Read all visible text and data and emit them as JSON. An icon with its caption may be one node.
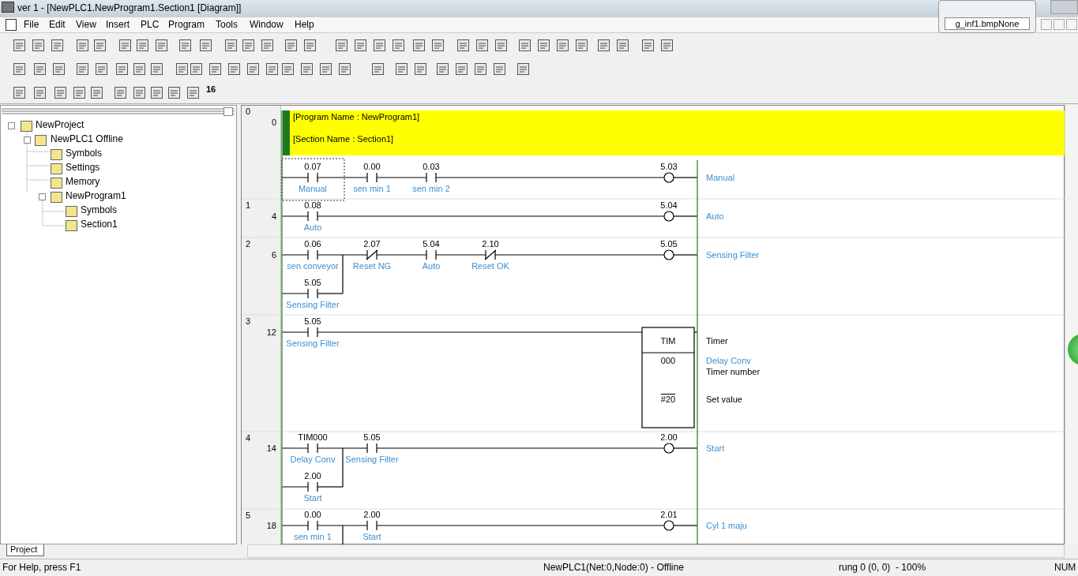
{
  "diagram": {
    "labels": [
      "ver 1 - [NewPLC1.NewProgram1.Section1 [Diagram]]",
      "File",
      "Edit",
      "View",
      "Insert",
      "PLC",
      "Program",
      "Tools",
      "Window",
      "Help",
      "g_inf1.bmpNone",
      "16",
      "NewProject",
      "NewPLC1 Offline",
      "Symbols",
      "Settings",
      "Memory",
      "NewProgram1",
      "Symbols",
      "Section1",
      "Project",
      "0",
      "0",
      "[Program Name : NewProgram1]",
      "[Section Name : Section1]",
      "0.07",
      "0.00",
      "0.03",
      "5.03",
      "Manual",
      "sen min 1",
      "sen min 2",
      "Manual",
      "1",
      "4",
      "0.08",
      "5.04",
      "Auto",
      "Auto",
      "2",
      "6",
      "0.06",
      "2.07",
      "5.04",
      "2.10",
      "5.05",
      "sen conveyor",
      "Reset NG",
      "Auto",
      "Reset OK",
      "Sensing Filter",
      "5.05",
      "Sensing Filter",
      "3",
      "12",
      "5.05",
      "Sensing Filter",
      "TIM",
      "Timer",
      "000",
      "Delay Conv",
      "Timer number",
      "#20",
      "Set value",
      "4",
      "14",
      "TIM000",
      "5.05",
      "2.00",
      "Delay Conv",
      "Sensing Filter",
      "Start",
      "2.00",
      "Start",
      "5",
      "18",
      "0.00",
      "2.00",
      "2.01",
      "sen min 1",
      "Start",
      "Cyl 1 maju",
      "For Help, press F1",
      "NewPLC1(Net:0,Node:0) - Offline",
      "rung 0 (0, 0)  - 100%",
      "NUM"
    ]
  }
}
